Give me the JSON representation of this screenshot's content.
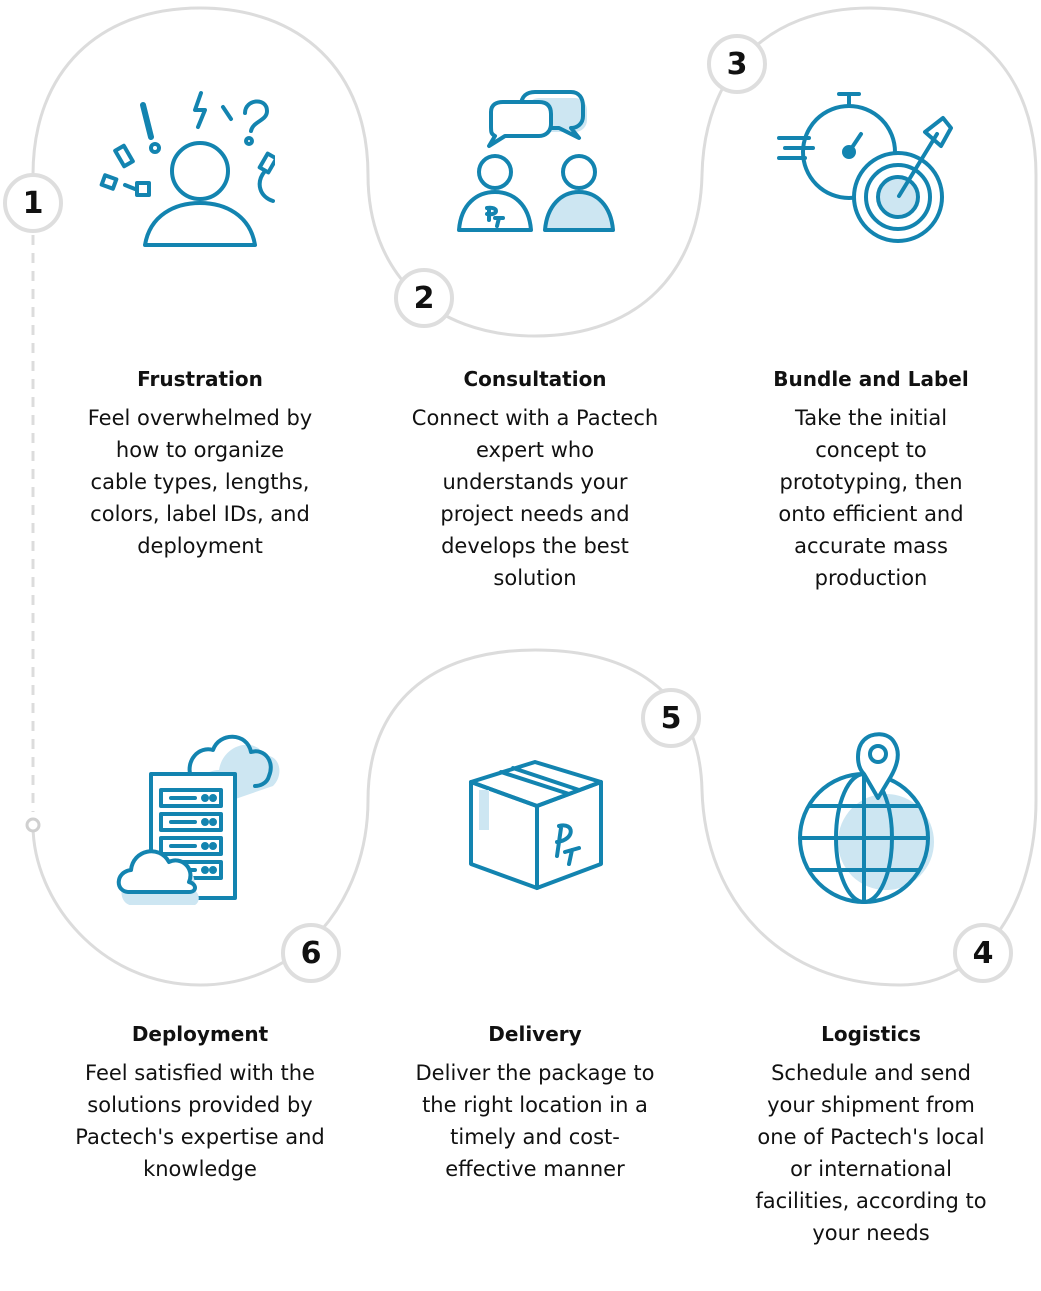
{
  "colors": {
    "accent": "#1384b0",
    "light_accent": "#cde6f2",
    "connector": "#dcdcdc"
  },
  "steps": [
    {
      "number": "1",
      "title": "Frustration",
      "description": "Feel overwhelmed by how to organize cable types, lengths, colors, label IDs, and deployment",
      "icon": "frustrated-person-icon"
    },
    {
      "number": "2",
      "title": "Consultation",
      "description": "Connect with a Pactech expert who understands your project needs and develops the best solution",
      "icon": "consultation-chat-icon"
    },
    {
      "number": "3",
      "title": "Bundle and Label",
      "description": "Take the initial concept to prototyping, then onto efficient and accurate mass production",
      "icon": "stopwatch-target-icon"
    },
    {
      "number": "4",
      "title": "Logistics",
      "description": "Schedule and send your shipment from one of Pactech's local or international facilities, according to your needs",
      "icon": "globe-location-icon"
    },
    {
      "number": "5",
      "title": "Delivery",
      "description": "Deliver the package to the right location in a timely and cost-effective manner",
      "icon": "package-box-icon"
    },
    {
      "number": "6",
      "title": "Deployment",
      "description": "Feel satisfied with the solutions provided by Pactech's expertise and knowledge",
      "icon": "server-cloud-icon"
    }
  ]
}
